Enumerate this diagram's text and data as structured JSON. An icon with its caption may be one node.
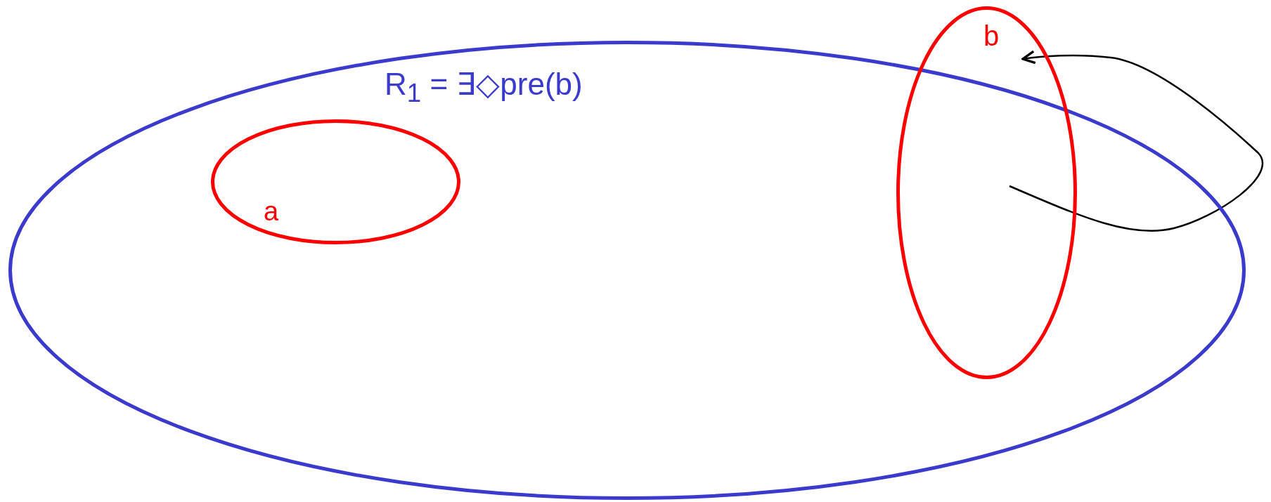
{
  "diagram": {
    "nodes": [
      {
        "text": [
          "R$_{1}$ = ∃◇pre(b)"
        ]
      },
      {
        "text": [
          "a"
        ],
        "in": 0
      },
      {
        "text": [
          "b"
        ]
      }
    ],
    "edges": [
      {
        "from": 2,
        "to": 2,
        "arrow": "to"
      }
    ]
  }
}
